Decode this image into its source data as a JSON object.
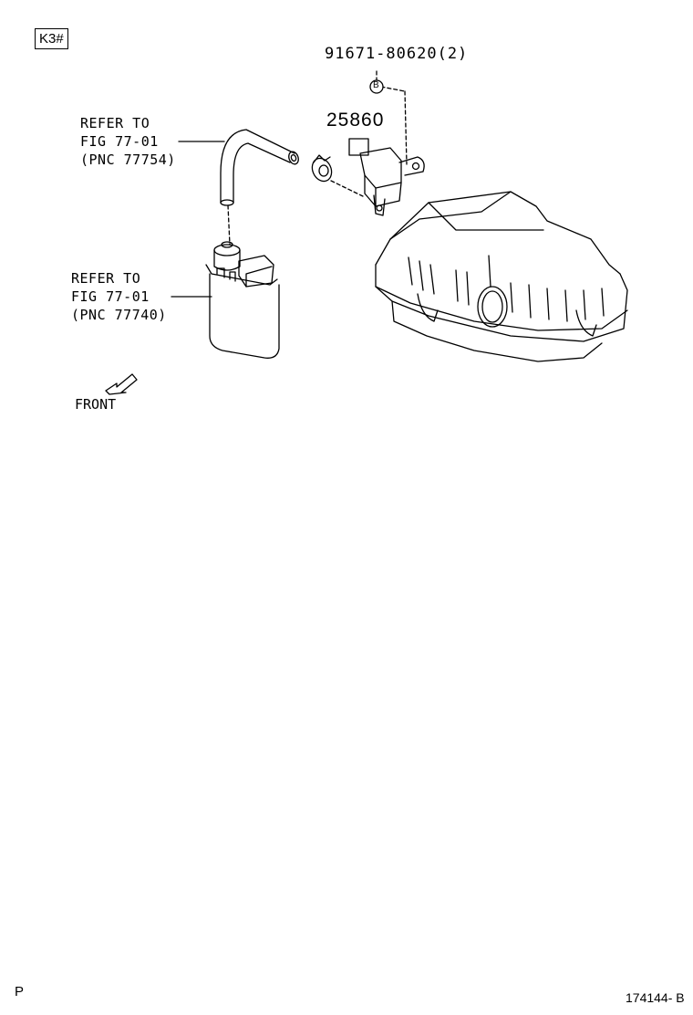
{
  "header": {
    "code": "K3#"
  },
  "callouts": {
    "hose": {
      "line1": "REFER TO",
      "line2": "FIG 77-01",
      "line3": "(PNC 77754)"
    },
    "canister": {
      "line1": "REFER TO",
      "line2": "FIG 77-01",
      "line3": "(PNC 77740)"
    }
  },
  "parts": {
    "bolt": "91671-80620(2)",
    "bolt_marker": "B",
    "valve": "25860"
  },
  "direction": {
    "front_label": "FRONT"
  },
  "footer": {
    "left": "P",
    "right": "174144- B"
  }
}
